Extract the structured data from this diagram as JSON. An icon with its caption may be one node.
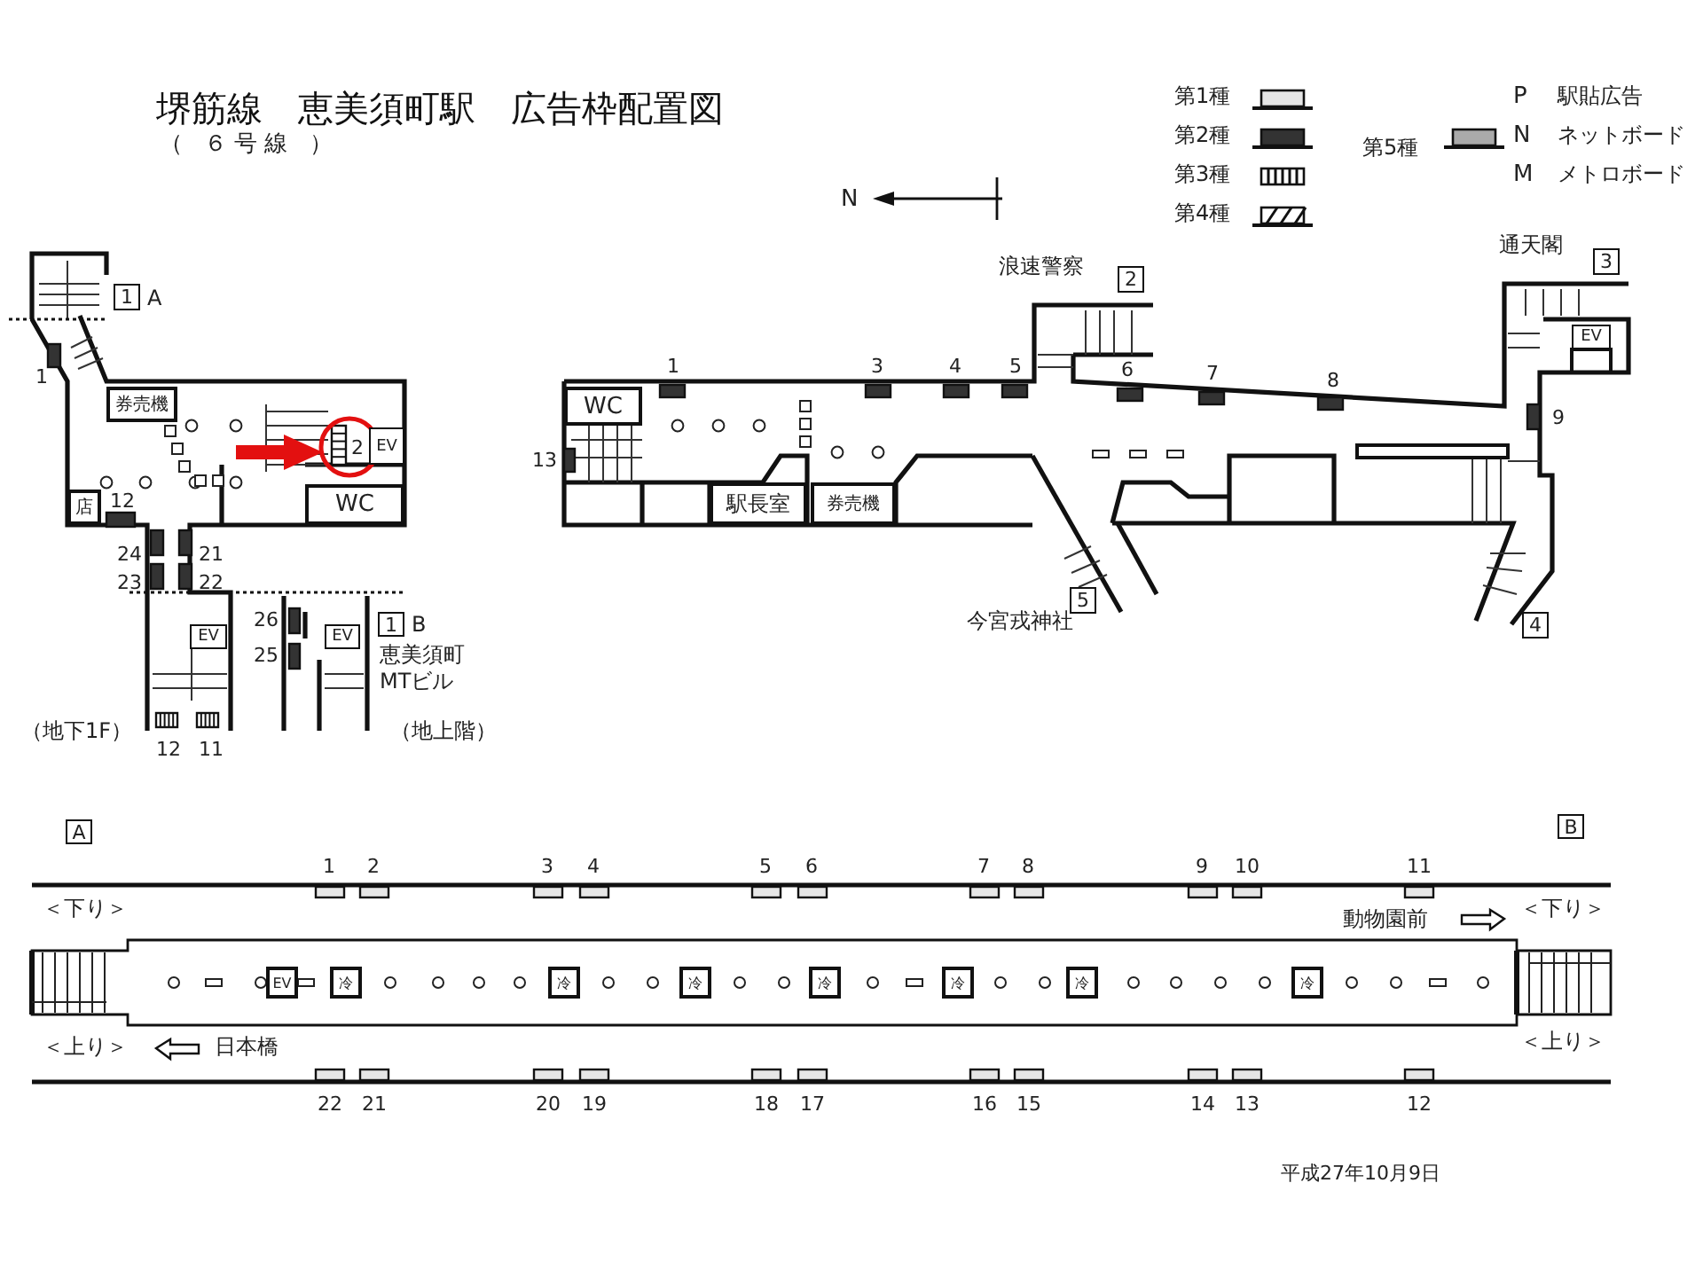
{
  "diagram": {
    "title": "堺筋線　恵美須町駅　広告枠配置図",
    "nodes": [
      {
        "text": [
          "1"
        ],
        "beside": [
          "A"
        ]
      },
      {
        "text": [
          "券売機"
        ]
      },
      {
        "text": [
          "EV"
        ]
      },
      {
        "text": [
          "WC"
        ]
      },
      {
        "text": [
          "店"
        ]
      },
      {
        "text": [
          "EV"
        ]
      },
      {
        "text": [
          "1"
        ],
        "beside": [
          "B"
        ]
      },
      {
        "text": [
          "EV"
        ]
      },
      {
        "text": [
          "WC"
        ]
      },
      {
        "text": [
          "駅長室"
        ]
      },
      {
        "text": [
          "券売機"
        ]
      },
      {
        "text": [
          "2"
        ]
      },
      {
        "text": [
          "3"
        ]
      },
      {
        "text": [
          "EV"
        ]
      },
      {
        "text": [
          "5"
        ]
      },
      {
        "text": [
          "4"
        ]
      },
      {
        "text": [
          "A"
        ]
      },
      {
        "text": [
          "B"
        ]
      },
      {
        "text": [
          "EV"
        ]
      },
      {
        "text": [
          "冷"
        ]
      },
      {
        "text": [
          "冷"
        ]
      },
      {
        "text": [
          "冷"
        ]
      },
      {
        "text": [
          "冷"
        ]
      },
      {
        "text": [
          "冷"
        ]
      },
      {
        "text": [
          "冷"
        ]
      },
      {
        "text": [
          "冷"
        ]
      }
    ],
    "labels": [
      "（ ６号線 ）",
      "N",
      "1",
      "2",
      "12",
      "24",
      "21",
      "23",
      "22",
      "26",
      "25",
      "恵美須町MTビル",
      "（地下1F）",
      "12",
      "11",
      "（地上階）",
      "浪速警察",
      "通天閣",
      "1",
      "3",
      "4",
      "5",
      "6",
      "7",
      "8",
      "9",
      "13",
      "今宮戎神社",
      "1",
      "2",
      "3",
      "4",
      "5",
      "6",
      "7",
      "8",
      "9",
      "10",
      "11",
      "＜下り＞",
      "動物園前",
      "＜下り＞",
      "＜上り＞",
      "日本橋",
      "＜上り＞",
      "22",
      "21",
      "20",
      "19",
      "18",
      "17",
      "16",
      "15",
      "14",
      "13",
      "12",
      "平成27年10月9日",
      "P",
      "駅貼広告",
      "N",
      "ネットボード",
      "M",
      "メトロボード"
    ],
    "legend": [
      {
        "text": "第1種"
      },
      {
        "text": "第2種"
      },
      {
        "text": "第3種"
      },
      {
        "text": "第4種"
      },
      {
        "text": "第5種"
      }
    ]
  }
}
